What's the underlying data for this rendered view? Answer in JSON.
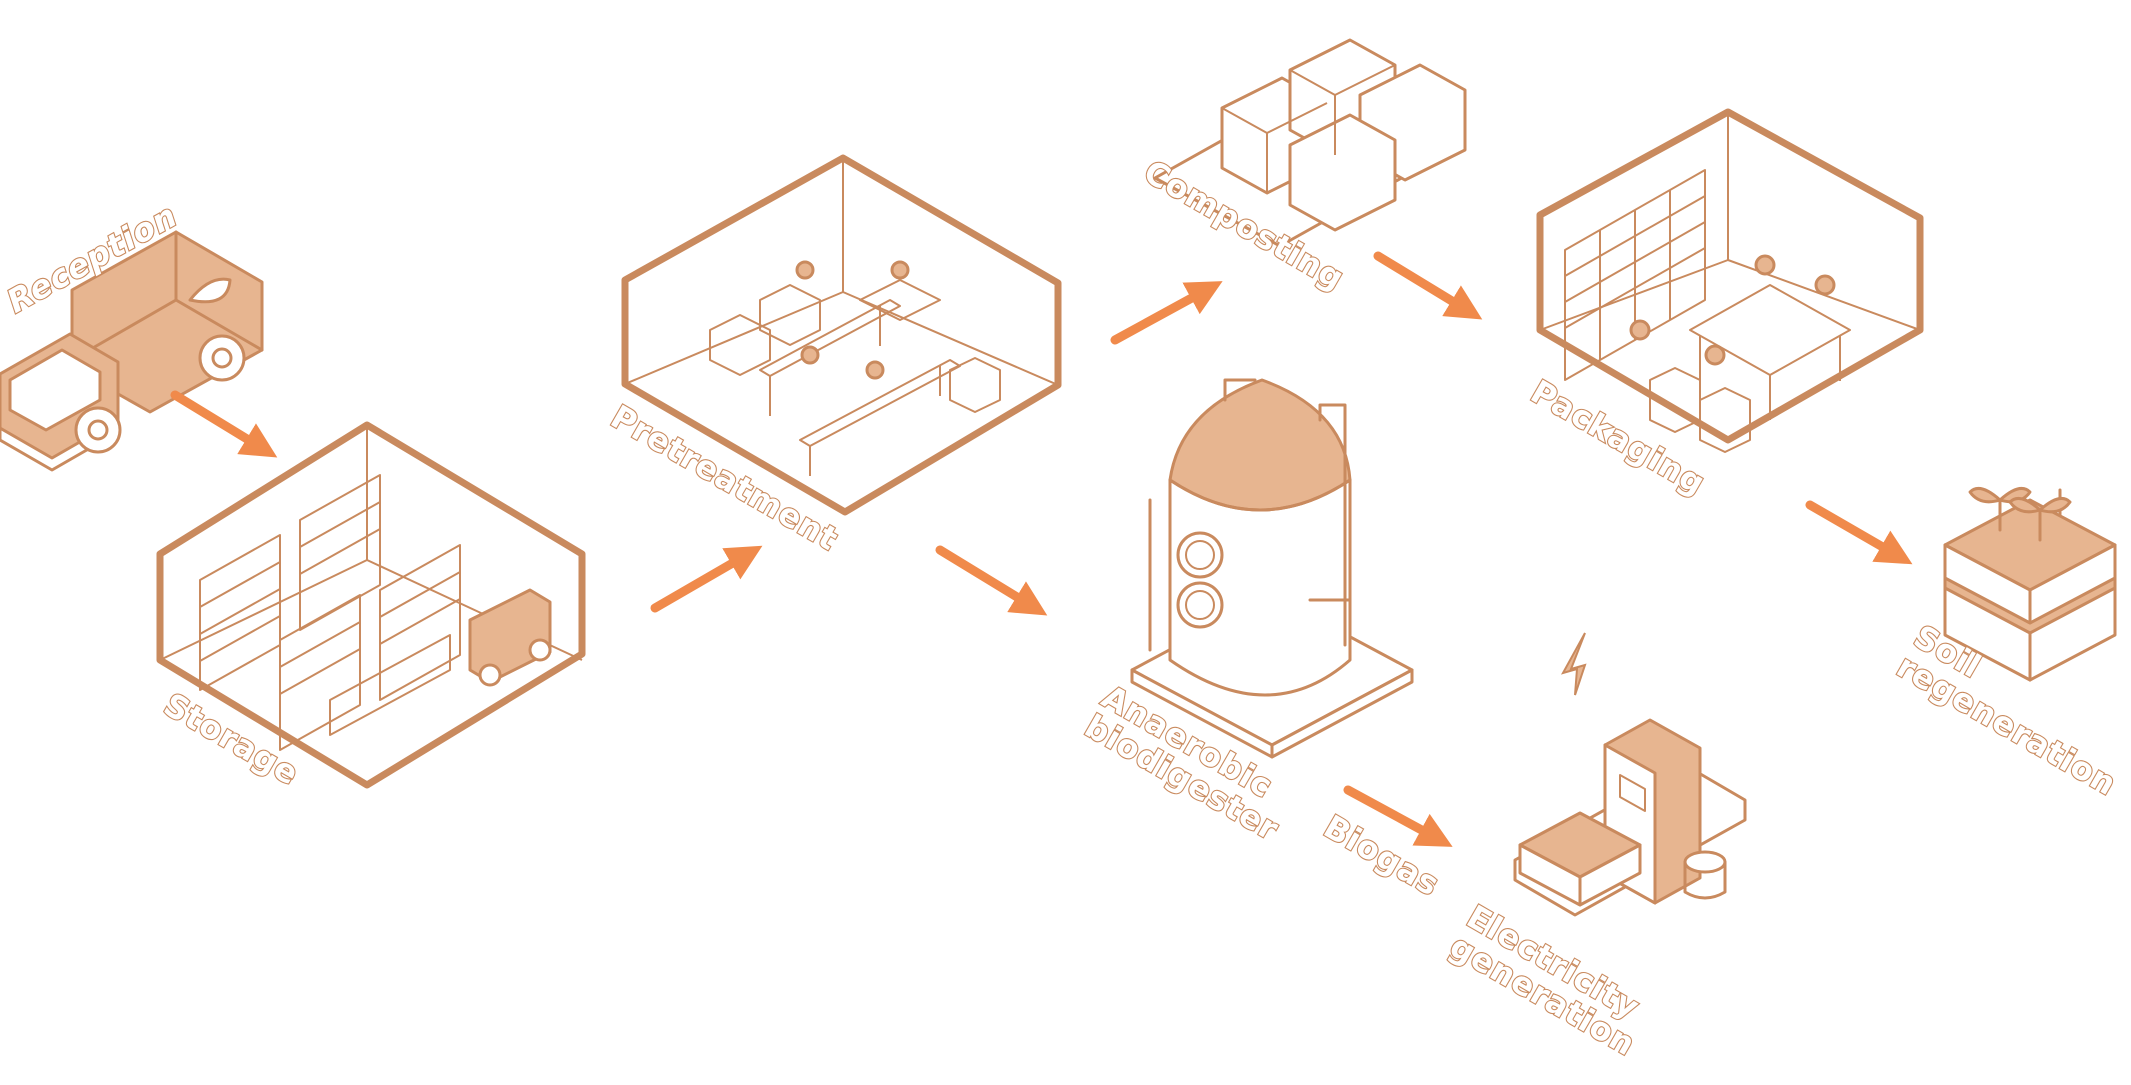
{
  "colors": {
    "line": "#c98a5e",
    "fill": "#e7b590",
    "arrow": "#f08a4b",
    "background": "#ffffff"
  },
  "nodes": {
    "reception": "Reception",
    "storage": "Storage",
    "pretreatment": "Pretreatment",
    "composting": "Composting",
    "packaging": "Packaging",
    "soil": "Soil\nregeneration",
    "digester": "Anaerobic\nbiodigester",
    "biogas": "Biogas",
    "electricity": "Electricity\ngeneration"
  },
  "icons": {
    "reception": "garbage-truck-icon",
    "storage": "warehouse-shelves-icon",
    "pretreatment": "sorting-line-icon",
    "composting": "compost-bins-icon",
    "packaging": "packaging-room-icon",
    "soil": "soil-sprouts-icon",
    "digester": "biodigester-tank-icon",
    "electricity": "generator-icon",
    "lightning": "lightning-icon"
  }
}
